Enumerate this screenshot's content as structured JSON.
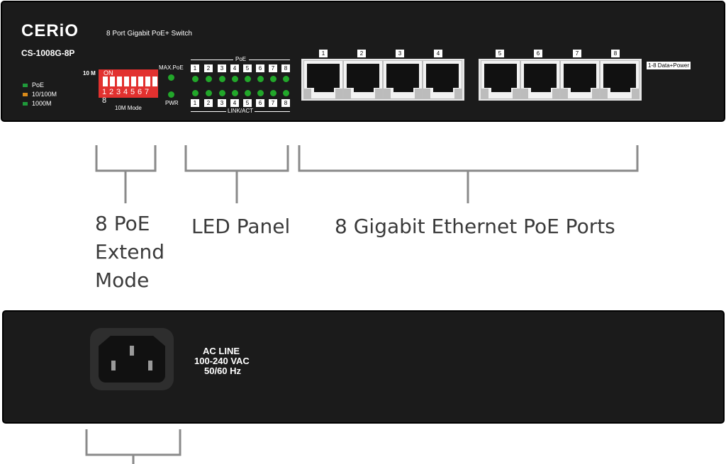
{
  "front": {
    "brand": "CERiO",
    "subtitle": "8 Port Gigabit PoE+ Switch",
    "model": "CS-1008G-8P",
    "legend": [
      {
        "label": "PoE",
        "color": "#1f9a3a"
      },
      {
        "label": "10/100M",
        "color": "#d98a1a"
      },
      {
        "label": "1000M",
        "color": "#1f9a3a"
      }
    ],
    "dip": {
      "side_label": "10 M",
      "on_label": "ON",
      "numbers": [
        "1",
        "2",
        "3",
        "4",
        "5",
        "6",
        "7",
        "8"
      ],
      "caption": "10M Mode"
    },
    "status": {
      "max_poe": "MAX.PoE",
      "pwr": "PWR"
    },
    "led_panel": {
      "top_label": "PoE",
      "bottom_label": "LINK/ACT",
      "numbers": [
        "1",
        "2",
        "3",
        "4",
        "5",
        "6",
        "7",
        "8"
      ]
    },
    "ports": {
      "numbers": [
        "1",
        "2",
        "3",
        "4",
        "5",
        "6",
        "7",
        "8"
      ],
      "side_label": "1-8 Data+Power"
    }
  },
  "callouts": {
    "dip": "8 PoE\nExtend\nMode",
    "led": "LED Panel",
    "ports": "8 Gigabit Ethernet PoE Ports"
  },
  "rear": {
    "line1": "AC LINE",
    "line2": "100-240 VAC",
    "line3": "50/60 Hz"
  },
  "colors": {
    "chassis": "#1b1b1b",
    "led_green": "#22a72a",
    "dip_red": "#e2312f",
    "bracket_gray": "#8a8a8a"
  }
}
